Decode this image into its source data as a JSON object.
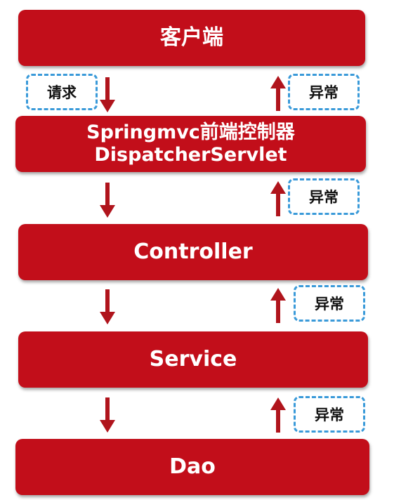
{
  "layers": {
    "client": "客户端",
    "dispatcher_line1": "Springmvc前端控制器",
    "dispatcher_line2": "DispatcherServlet",
    "controller": "Controller",
    "service": "Service",
    "dao": "Dao"
  },
  "labels": {
    "request": "请求",
    "exception": "异常"
  },
  "colors": {
    "layer_fill": "#c20e1a",
    "arrow": "#b0141c",
    "dashed_border": "#3a9ad9"
  }
}
